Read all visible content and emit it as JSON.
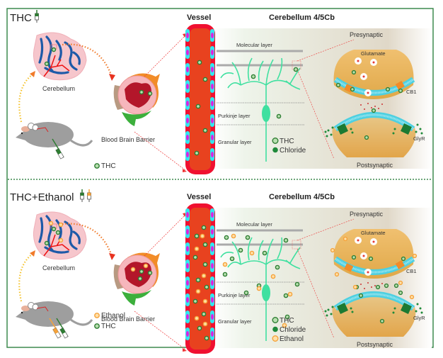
{
  "panels": [
    {
      "title": "THC",
      "treatments": [
        "THC"
      ],
      "cerebellum_label": "Cerebellum",
      "bbb_label": "Blood Brain Barrier",
      "vessel_header": "Vessel",
      "region_header": "Cerebellum 4/5Cb",
      "layers": [
        "Molecular layer",
        "Purkinje layer",
        "Granular layer"
      ],
      "left_legend": [
        {
          "label": "THC",
          "type": "thc"
        }
      ],
      "layer_legend": [
        {
          "label": "THC",
          "type": "thc"
        },
        {
          "label": "Chloride",
          "type": "chloride"
        }
      ],
      "synapse": {
        "pre_label": "Presynaptic",
        "post_label": "Postsynaptic",
        "neurotransmitter_label": "Glutamate",
        "receptor1_label": "CB1",
        "receptor2_label": "GlyR"
      }
    },
    {
      "title": "THC+Ethanol",
      "treatments": [
        "Ethanol",
        "THC"
      ],
      "cerebellum_label": "Cerebellum",
      "bbb_label": "Blood Brain Barrier",
      "vessel_header": "Vessel",
      "region_header": "Cerebellum 4/5Cb",
      "layers": [
        "Molecular layer",
        "Purkinje layer",
        "Granular layer"
      ],
      "left_legend": [
        {
          "label": "Ethanol",
          "type": "ethanol"
        },
        {
          "label": "THC",
          "type": "thc"
        }
      ],
      "layer_legend": [
        {
          "label": "THC",
          "type": "thc"
        },
        {
          "label": "Chloride",
          "type": "chloride"
        },
        {
          "label": "Ethanol",
          "type": "ethanol"
        }
      ],
      "synapse": {
        "pre_label": "Presynaptic",
        "post_label": "Postsynaptic",
        "neurotransmitter_label": "Glutamate",
        "receptor1_label": "CB1",
        "receptor2_label": "GlyR"
      }
    }
  ],
  "colors": {
    "frame": "#3d8a4f",
    "thc": "#2e7d32",
    "chloride": "#1f8a3a",
    "ethanol": "#f5a23a",
    "vessel": "#e8421f",
    "purkinje": "#3fe0a0",
    "glutamate_text": "#d32f2f",
    "cb1_text": "#f28c28",
    "glyr_text": "#43b84f"
  }
}
